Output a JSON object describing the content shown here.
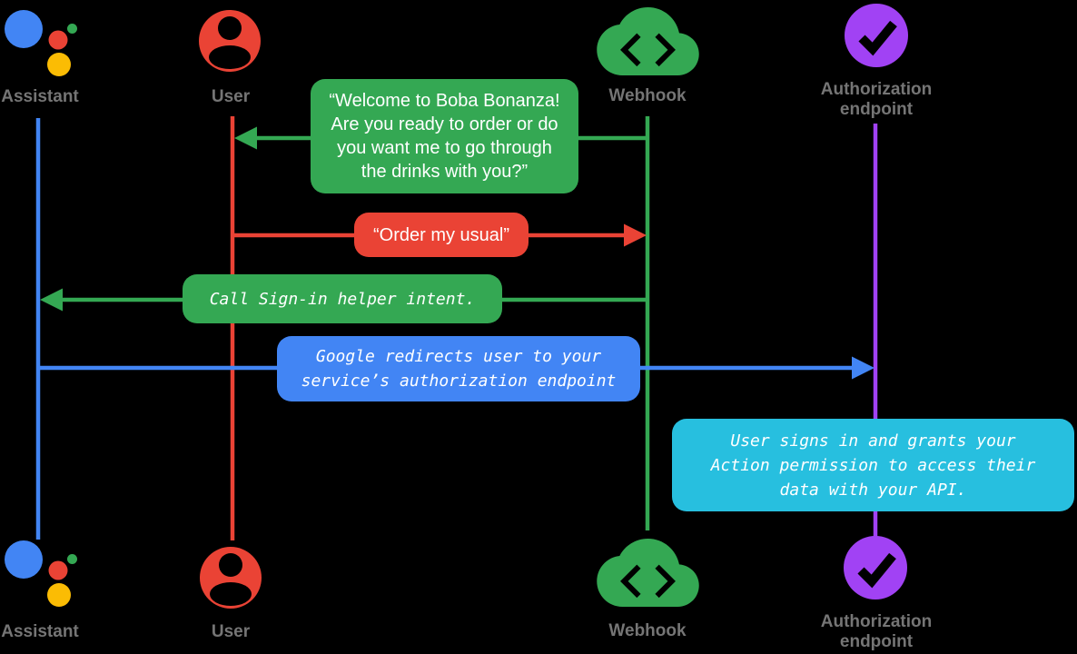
{
  "colors": {
    "blue": "#4285F4",
    "red": "#EA4335",
    "green": "#34A853",
    "yellow": "#FBBC04",
    "purple": "#A142F4",
    "cyan": "#27BFDF",
    "label_gray": "#757575",
    "bubble_text": "#FFFFFF",
    "background": "#000000"
  },
  "actors": {
    "assistant": {
      "label": "Assistant"
    },
    "user": {
      "label": "User"
    },
    "webhook": {
      "label": "Webhook"
    },
    "authorization": {
      "label": "Authorization\nendpoint"
    }
  },
  "messages": {
    "welcome": {
      "text": "“Welcome to Boba Bonanza!\nAre you ready to order or do\nyou want me to go through\nthe drinks with you?”",
      "from": "Webhook",
      "to": "User",
      "style": "speech"
    },
    "order": {
      "text": "“Order my usual”",
      "from": "User",
      "to": "Webhook",
      "style": "speech"
    },
    "signin": {
      "text": "Call Sign-in helper intent.",
      "from": "Webhook",
      "to": "Assistant",
      "style": "code"
    },
    "redirect": {
      "text": "Google redirects user to your\nservice’s authorization endpoint",
      "from": "Assistant",
      "to": "Authorization endpoint",
      "style": "code"
    },
    "grants": {
      "text": "User signs in and grants your\nAction permission to access their\ndata with your API.",
      "on": "Authorization endpoint",
      "style": "code"
    }
  }
}
